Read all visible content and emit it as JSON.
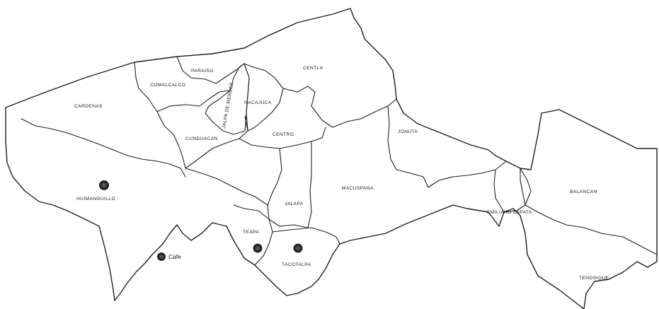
{
  "map": {
    "municipalities": [
      "CARDENAS",
      "COMALCALCO",
      "PARAISO",
      "CENTLA",
      "JALPA DE MENDEZ",
      "NACAJUCA",
      "CUNDUACAN",
      "CENTRO",
      "JONUTA",
      "HUIMANGUILLO",
      "JALAPA",
      "MACUSPANA",
      "BALANCAN",
      "EMILIANO ZAPATA",
      "TEAPA",
      "TACOTALPA",
      "TENOSIQUE"
    ],
    "legend": {
      "label": "Cafe",
      "marker_color": "#2a2a2a"
    },
    "marker_icon": "filled-circle"
  }
}
